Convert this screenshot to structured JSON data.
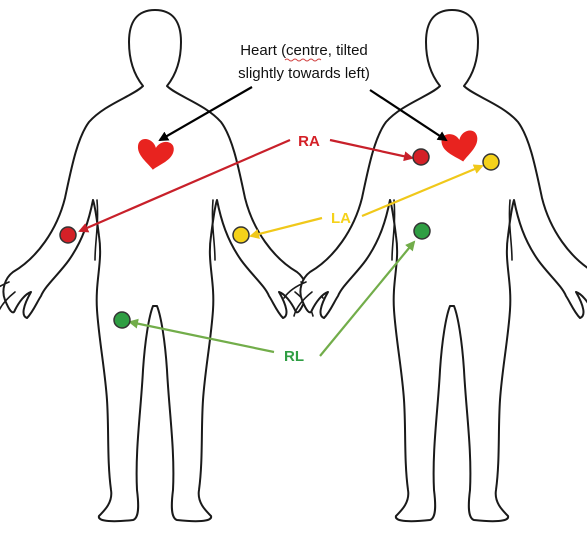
{
  "heart_note": {
    "line1": "Heart (centre, tilted",
    "line2": "slightly towards left)"
  },
  "leads": {
    "ra": {
      "label": "RA",
      "color": "#d42027"
    },
    "la": {
      "label": "LA",
      "color": "#f5d21a"
    },
    "rl": {
      "label": "RL",
      "color": "#2f9e43"
    }
  },
  "colors": {
    "heart": "#e8231f",
    "arrow_ra": "#c8202a",
    "arrow_la": "#f0c81a",
    "arrow_rl": "#72ad4a",
    "arrow_heart": "#000000",
    "outline": "#1a1a1a"
  },
  "icons": {
    "heart": "heart-icon",
    "electrode": "electrode-dot"
  }
}
